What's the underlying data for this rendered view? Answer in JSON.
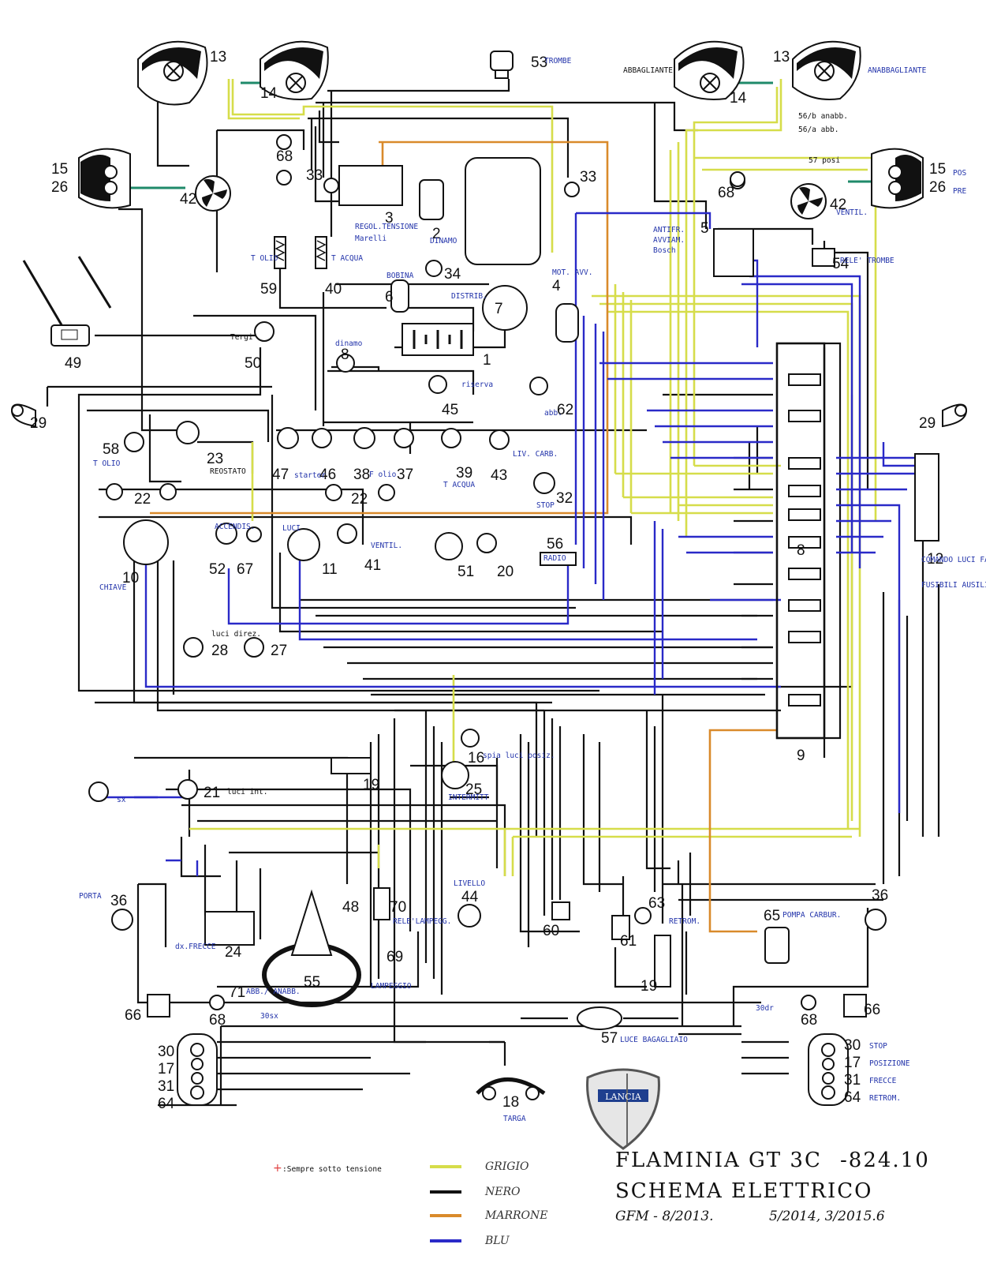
{
  "title": {
    "line1": "FLAMINIA GT 3C",
    "code": "-824.10",
    "line2": "SCHEMA ELETTRICO",
    "author": "GFM - 8/2013.",
    "revisions": "5/2014, 3/2015.6"
  },
  "legend": {
    "note": ":Sempre sotto tensione",
    "colors": [
      {
        "name": "GRIGIO",
        "hex": "#d6dd4a"
      },
      {
        "name": "NERO",
        "hex": "#111111"
      },
      {
        "name": "MARRONE",
        "hex": "#d98a2b"
      },
      {
        "name": "BLU",
        "hex": "#2a2ac8"
      }
    ]
  },
  "component_numbers": {
    "n1": "1",
    "n2": "2",
    "n3": "3",
    "n4": "4",
    "n5": "5",
    "n6": "6",
    "n7": "7",
    "n8": "8",
    "n9": "9",
    "n10": "10",
    "n11": "11",
    "n12": "12",
    "n13a": "13",
    "n13b": "13",
    "n14a": "14",
    "n14b": "14",
    "n15a": "15",
    "n15b": "15",
    "n16": "16",
    "n17l": "17",
    "n17r": "17",
    "n18": "18",
    "n19a": "19",
    "n19b": "19",
    "n20": "20",
    "n21": "21",
    "n22a": "22",
    "n22b": "22",
    "n23": "23",
    "n24": "24",
    "n25": "25",
    "n26a": "26",
    "n26b": "26",
    "n27": "27",
    "n28": "28",
    "n29a": "29",
    "n29b": "29",
    "n30l": "30",
    "n30r": "30",
    "n31l": "31",
    "n31r": "31",
    "n32": "32",
    "n33a": "33",
    "n33b": "33",
    "n34": "34",
    "n36a": "36",
    "n36b": "36",
    "n37": "37",
    "n38": "38",
    "n39": "39",
    "n40": "40",
    "n41": "41",
    "n42a": "42",
    "n42b": "42",
    "n43": "43",
    "n44": "44",
    "n45": "45",
    "n46": "46",
    "n47": "47",
    "n48": "48",
    "n49": "49",
    "n50": "50",
    "n51": "51",
    "n52": "52",
    "n53": "53",
    "n54": "54",
    "n55": "55",
    "n56": "56",
    "n57": "57",
    "n58": "58",
    "n59": "59",
    "n60": "60",
    "n61": "61",
    "n62": "62",
    "n63": "63",
    "n64l": "64",
    "n64r": "64",
    "n65": "65",
    "n66a": "66",
    "n66b": "66",
    "n67": "67",
    "n68a": "68",
    "n68b": "68",
    "n68c": "68",
    "n68d": "68",
    "n69": "69",
    "n70": "70",
    "n71": "71"
  },
  "labels": {
    "trombe": "TROMBE",
    "abbagliante": "ABBAGLIANTE",
    "anabbagliante": "ANABBAGLIANTE",
    "ab_56b": "56/b anabb.",
    "ab_56a": "56/a abb.",
    "pos57": "57 posi",
    "pos": "POS",
    "pre": "PRE",
    "ventil": "VENTIL.",
    "rele_trombe": "RELE' TROMBE",
    "regol": "REGOL.TENSIONE",
    "marelli": "Marelli",
    "dinamo": "DINAMO",
    "antifr": "ANTIFR.",
    "avviam": "AVVIAM.",
    "bosch": "Bosch",
    "t_olio": "T OLIO",
    "t_acqua": "T ACQUA",
    "bobina": "BOBINA",
    "distrib": "DISTRIB.",
    "mot_avv": "MOT. AVV.",
    "tergi": "Tergi",
    "dinamo_lc": "dinamo",
    "riserva": "riserva",
    "abb": "abb.",
    "t_olio2": "T OLIO",
    "reostato": "REOSTATO",
    "starter": "starter",
    "f_olio": "F olio",
    "t_acqua2": "T ACQUA",
    "liv_carb": "LIV. CARB.",
    "stop": "STOP",
    "accendis": "ACCENDIS.",
    "luci": "LUCI",
    "ventil2": "VENTIL.",
    "radio": "RADIO",
    "chiave": "CHIAVE",
    "luci_direz": "luci direz.",
    "spia_luci": "spia luci posiz.",
    "intermitt": "INTERMITT",
    "luci_int": "luci int.",
    "porta": "PORTA",
    "dx_frecce": "dx.FRECCE",
    "abb_anabb": "ABB./ ANABB.",
    "livello": "LIVELLO",
    "rele_lampeggio": "RELE'LAMPEGG.",
    "lampeggio": "LAMPEGGIO",
    "retrom": "RETROM.",
    "pompa": "POMPA CARBUR.",
    "luce_bagagliaio": "LUCE BAGAGLIAIO",
    "targa": "TARGA",
    "comando": "COMANDO LUCI FARI",
    "fusibili": "FUSIBILI AUSILIARI",
    "stop_r": "STOP",
    "posizione_r": "POSIZIONE",
    "frecce_r": "FRECCE",
    "retrom_r": "RETROM.",
    "sx": "sx",
    "x30sx": "30sx",
    "x30dr": "30dr",
    "lancia": "LANCIA"
  }
}
